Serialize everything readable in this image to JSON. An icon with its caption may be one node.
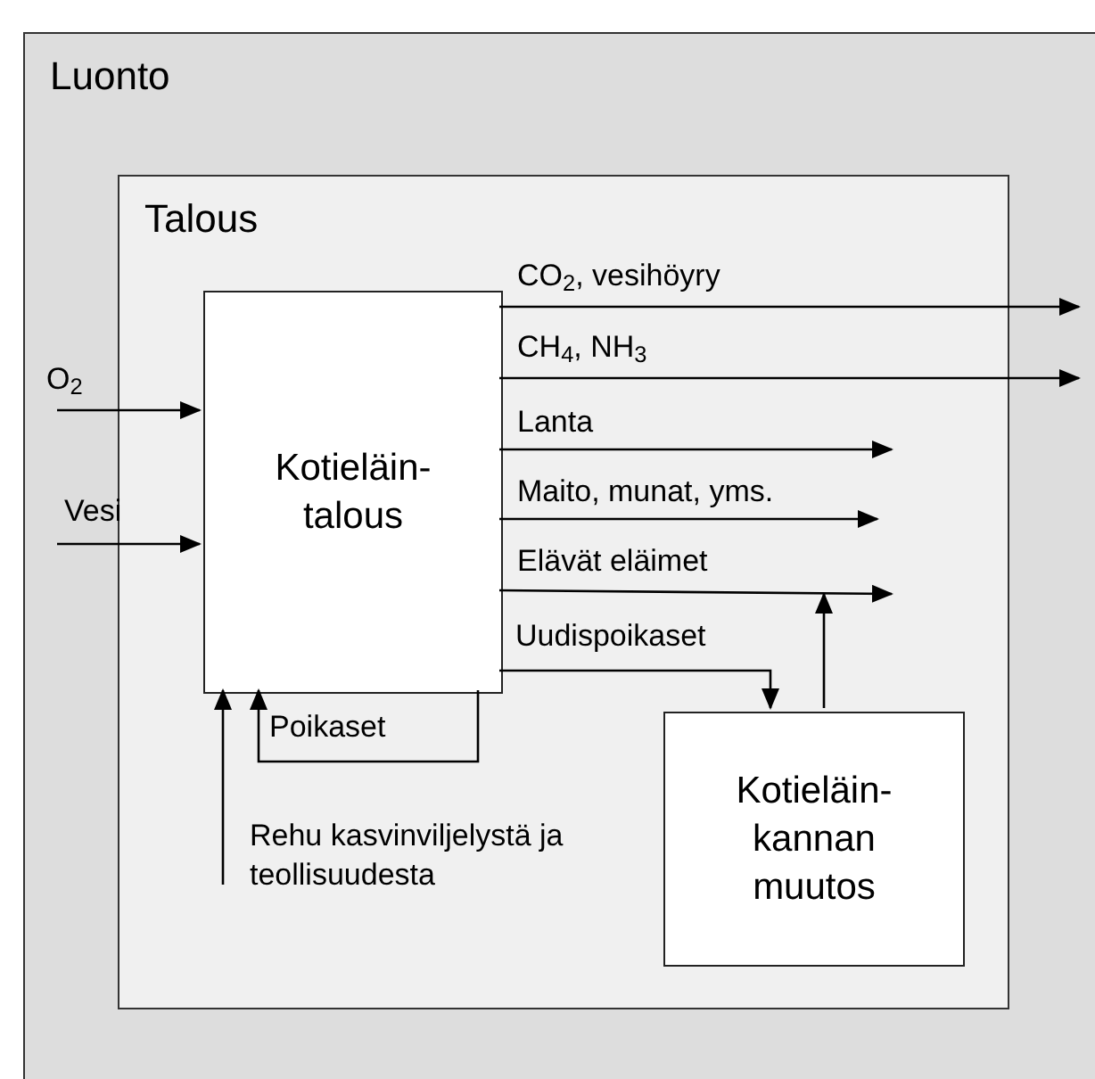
{
  "diagram": {
    "nodes": [
      {
        "text": [
          "Luonto"
        ]
      },
      {
        "text": [
          "Talous"
        ],
        "in": 0
      },
      {
        "text": [
          "Kotieläin- talous"
        ],
        "in": 1
      },
      {
        "text": [
          "Kotieläin- kannan muutos"
        ],
        "in": 1
      }
    ],
    "edges": [
      {
        "from": null,
        "to": 2,
        "arrow": "to",
        "label": "O$_{2}$"
      },
      {
        "from": null,
        "to": 2,
        "arrow": "to",
        "label": "Vesi"
      },
      {
        "from": 2,
        "to": null,
        "arrow": "to",
        "label": "CO$_{2}$, vesihöyry"
      },
      {
        "from": 2,
        "to": null,
        "arrow": "to",
        "label": "CH$_{4}$, NH$_{3}$"
      },
      {
        "from": 2,
        "to": null,
        "arrow": "to",
        "label": "Lanta"
      },
      {
        "from": 2,
        "to": null,
        "arrow": "to",
        "label": "Maito, munat, yms."
      },
      {
        "from": 2,
        "to": null,
        "arrow": "to",
        "label": "Elävät eläimet"
      },
      {
        "from": 2,
        "to": 3,
        "arrow": "to",
        "label": "Uudispoikaset"
      },
      {
        "from": 3,
        "to": null,
        "arrow": "to"
      },
      {
        "from": 2,
        "to": 2,
        "arrow": "to",
        "label": "Poikaset"
      },
      {
        "from": null,
        "to": 2,
        "arrow": "to",
        "label": "Rehu kasvinviljelystä ja teollisuudesta"
      }
    ]
  }
}
